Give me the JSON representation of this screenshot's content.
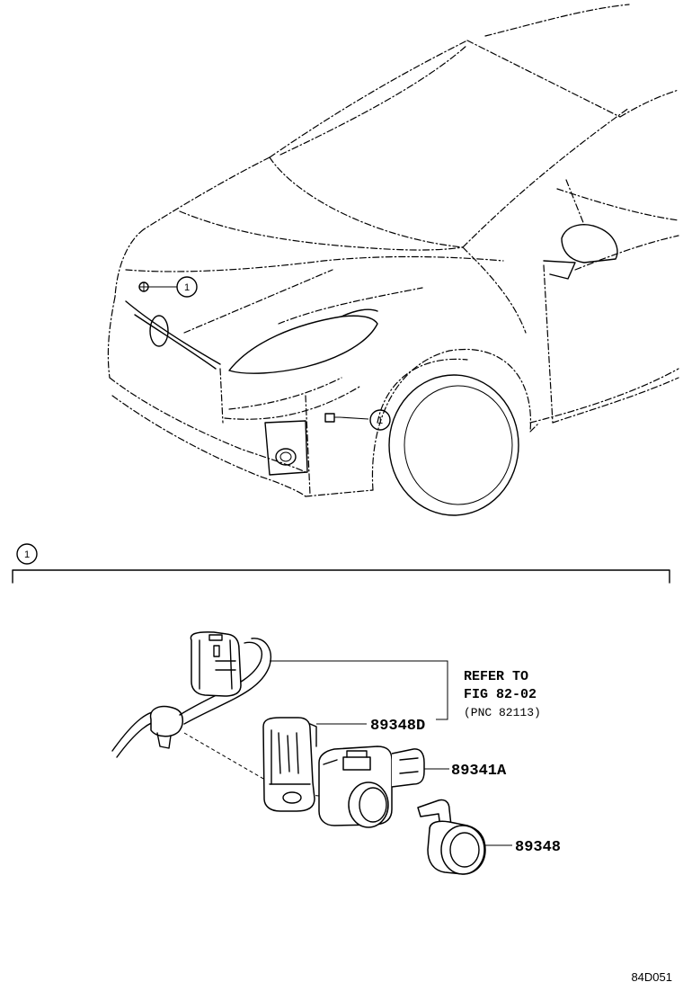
{
  "callout": {
    "number": "1"
  },
  "section": {
    "number": "1"
  },
  "reference": {
    "line1": "REFER TO",
    "line2": "FIG 82-02",
    "line3": "(PNC 82113)"
  },
  "parts": [
    {
      "part_no": "89348D"
    },
    {
      "part_no": "89341A"
    },
    {
      "part_no": "89348"
    }
  ],
  "figure_code": "84D051"
}
